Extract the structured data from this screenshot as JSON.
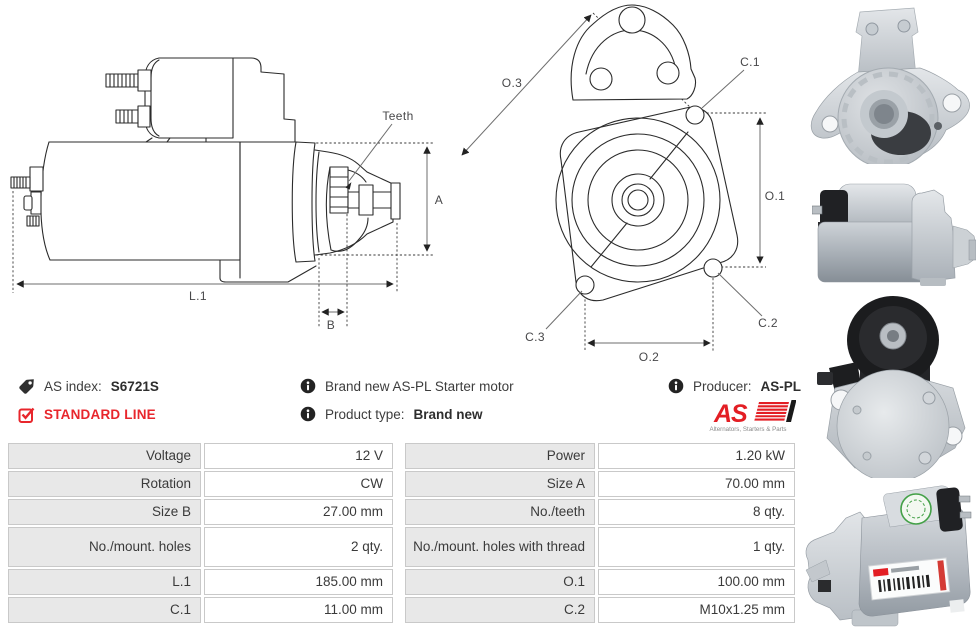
{
  "diagram_side": {
    "labels": {
      "teeth": "Teeth",
      "a": "A",
      "l1": "L.1",
      "b": "B"
    }
  },
  "diagram_front": {
    "labels": {
      "o3": "O.3",
      "c1": "C.1",
      "o1": "O.1",
      "c2": "C.2",
      "c3": "C.3",
      "o2": "O.2"
    }
  },
  "info": {
    "as_index_label": "AS index:",
    "as_index_value": "S6721S",
    "line_badge": "STANDARD LINE",
    "description": "Brand new AS-PL Starter motor",
    "product_type_label": "Product type:",
    "product_type_value": "Brand new",
    "producer_label": "Producer:",
    "producer_value": "AS-PL"
  },
  "logo": {
    "text": "AS",
    "tagline": "Alternators, Starters & Parts"
  },
  "photos": {
    "captions": [
      "drive-end-front-view",
      "side-view",
      "rear-solenoid-view",
      "angled-view-with-label"
    ]
  },
  "spec_table": {
    "rows": [
      {
        "label1": "Voltage",
        "value1": "12 V",
        "label2": "Power",
        "value2": "1.20 kW"
      },
      {
        "label1": "Rotation",
        "value1": "CW",
        "label2": "Size A",
        "value2": "70.00 mm"
      },
      {
        "label1": "Size B",
        "value1": "27.00 mm",
        "label2": "No./teeth",
        "value2": "8 qty."
      },
      {
        "label1": "No./mount. holes",
        "value1": "2 qty.",
        "label2": "No./mount. holes with thread",
        "value2": "1 qty."
      },
      {
        "label1": "L.1",
        "value1": "185.00 mm",
        "label2": "O.1",
        "value2": "100.00 mm"
      },
      {
        "label1": "C.1",
        "value1": "11.00 mm",
        "label2": "C.2",
        "value2": "M10x1.25 mm"
      }
    ]
  },
  "colors": {
    "accent_red": "#e8262c",
    "logo_red": "#e31e24",
    "table_label_bg": "#e8e8e8",
    "table_border": "#c9c9c9",
    "drawing_line": "#2b2b2b",
    "dimension_line": "#6e6e6e"
  }
}
